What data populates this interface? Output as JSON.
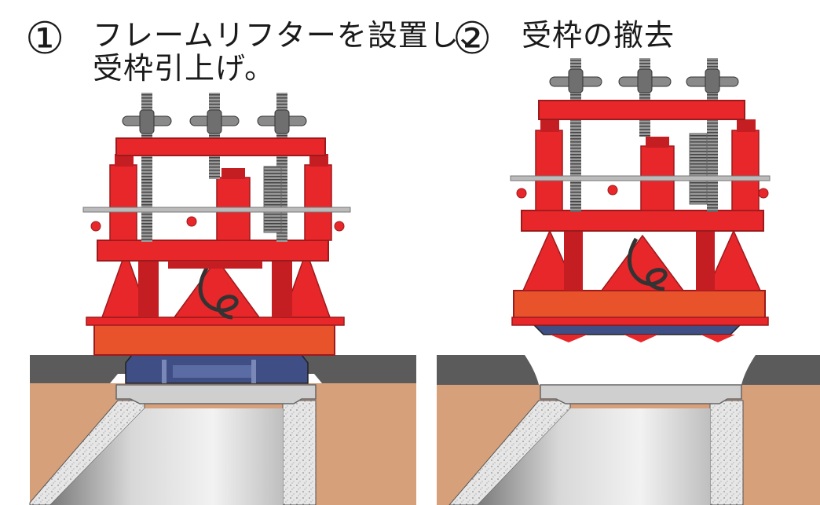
{
  "step1": {
    "number": "①",
    "line1": "フレームリフターを設置し、",
    "line2": "受枠引上げ。"
  },
  "step2": {
    "number": "②",
    "line1": "受枠の撤去"
  },
  "colors": {
    "frame_red": "#e8272b",
    "frame_dark": "#9c1a1c",
    "plate_orange": "#e8532c",
    "soil": "#d6a07a",
    "asphalt": "#5b5b5b",
    "concrete": "#d9d9d9",
    "pipe_light": "#efefef",
    "pipe_dark": "#8f8f8f",
    "steel_blue": "#3f4f86",
    "handle_gray": "#8a8a8a"
  }
}
